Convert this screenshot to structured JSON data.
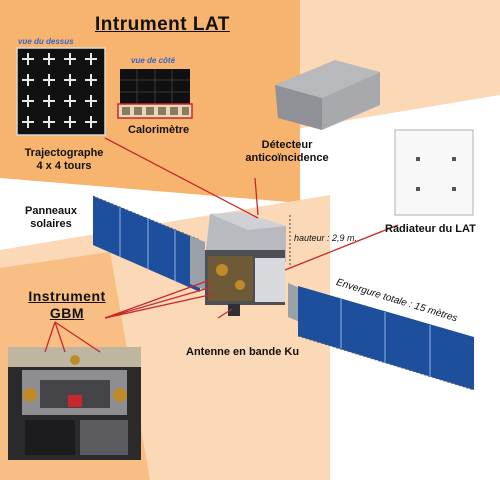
{
  "title": "Intrument LAT",
  "tracker": {
    "view_top": "vue du dessus",
    "name": "Trajectographe",
    "detail": "4 x 4 tours"
  },
  "calorimeter": {
    "view_side": "vue de côté",
    "name": "Calorimètre"
  },
  "acd": {
    "line1": "Détecteur",
    "line2": "anticoïncidence"
  },
  "solar_panels": {
    "line1": "Panneaux",
    "line2": "solaires"
  },
  "radiator": {
    "name": "Radiateur du LAT"
  },
  "height": {
    "text": "hauteur : 2,9 m."
  },
  "span": {
    "text": "Envergure totale : 15 mètres"
  },
  "gbm": {
    "line1": "Instrument",
    "line2": "GBM"
  },
  "antenna": {
    "name": "Antenne en bande Ku"
  },
  "colors": {
    "band_dark": "#f7b26e",
    "band_light": "#fbd5b0",
    "panel_blue": "#1e4f9c",
    "leader": "#c8282d"
  }
}
